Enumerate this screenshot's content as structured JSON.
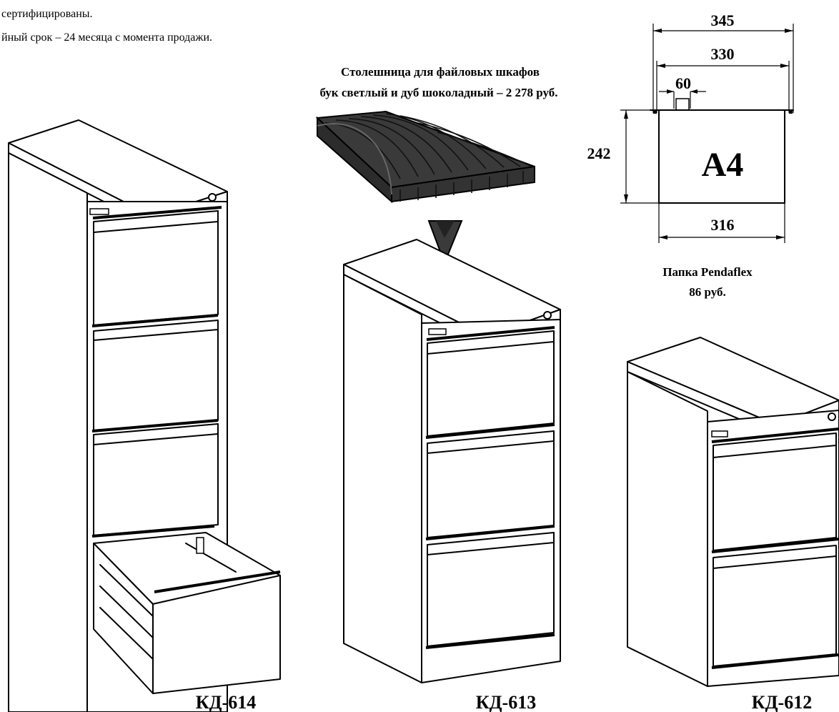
{
  "notes": {
    "line1": "сертифицированы.",
    "line2": "йный срок – 24 месяца с момента продажи."
  },
  "tabletop": {
    "title_line1": "Столешница для файловых шкафов",
    "title_line2": "бук светлый  и дуб шоколадный – 2 278 руб."
  },
  "folder": {
    "dim_345": "345",
    "dim_330": "330",
    "dim_60": "60",
    "dim_242": "242",
    "dim_316": "316",
    "format": "A4",
    "name": "Папка Pendaflex",
    "price": "86 руб."
  },
  "cabinets": {
    "kd614": "КД-614",
    "kd613": "КД-613",
    "kd612": "КД-612"
  }
}
